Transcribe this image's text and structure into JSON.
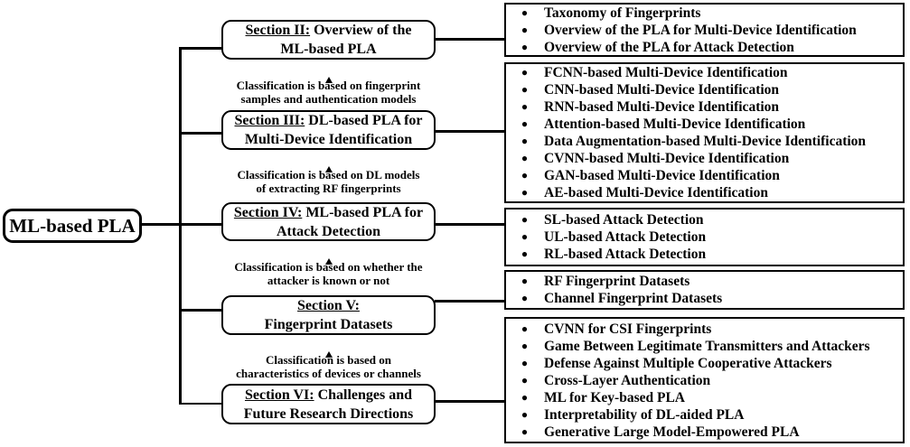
{
  "colors": {
    "line": "#000000",
    "background": "#ffffff",
    "text": "#000000"
  },
  "icons": {
    "bullet": "●"
  },
  "root_box": {
    "label": "ML-based PLA"
  },
  "sections": [
    {
      "name": "section-2",
      "title": {
        "underlined": "Section II:",
        "after": " Overview of the",
        "line2": "ML-based PLA"
      },
      "note": {
        "line1": "Classification is based on fingerprint",
        "line2": "samples and authentication models"
      },
      "items": [
        "Taxonomy of Fingerprints",
        "Overview of the PLA for Multi-Device Identification",
        "Overview of the PLA for Attack Detection"
      ]
    },
    {
      "name": "section-3",
      "title": {
        "underlined": "Section III:",
        "after": " DL-based PLA for",
        "line2": "Multi-Device Identification"
      },
      "note": {
        "line1": "Classification is based on DL models",
        "line2": "of extracting RF fingerprints"
      },
      "items": [
        "FCNN-based Multi-Device Identification",
        "CNN-based Multi-Device Identification",
        "RNN-based Multi-Device Identification",
        "Attention-based Multi-Device Identification",
        "Data Augmentation-based Multi-Device Identification",
        "CVNN-based Multi-Device Identification",
        "GAN-based Multi-Device Identification",
        "AE-based Multi-Device Identification"
      ]
    },
    {
      "name": "section-4",
      "title": {
        "underlined": "Section IV:",
        "after": " ML-based PLA for",
        "line2": "Attack Detection"
      },
      "note": {
        "line1": "Classification is based on whether the",
        "line2": "attacker is known or not"
      },
      "items": [
        "SL-based Attack Detection",
        "UL-based Attack Detection",
        "RL-based Attack Detection"
      ]
    },
    {
      "name": "section-5",
      "title": {
        "underlined": "Section V:",
        "after": "",
        "line2": "Fingerprint Datasets"
      },
      "note": {
        "line1": "Classification is based on",
        "line2": "characteristics of devices or channels"
      },
      "items": [
        "RF Fingerprint Datasets",
        "Channel Fingerprint Datasets"
      ]
    },
    {
      "name": "section-6",
      "title": {
        "underlined": "Section VI:",
        "after": " Challenges and",
        "line2": "Future Research Directions"
      },
      "items": [
        "CVNN for CSI Fingerprints",
        "Game Between Legitimate Transmitters and Attackers",
        "Defense Against Multiple Cooperative Attackers",
        "Cross-Layer Authentication",
        "ML for Key-based PLA",
        "Interpretability of DL-aided PLA",
        "Generative Large Model-Empowered PLA"
      ]
    }
  ]
}
